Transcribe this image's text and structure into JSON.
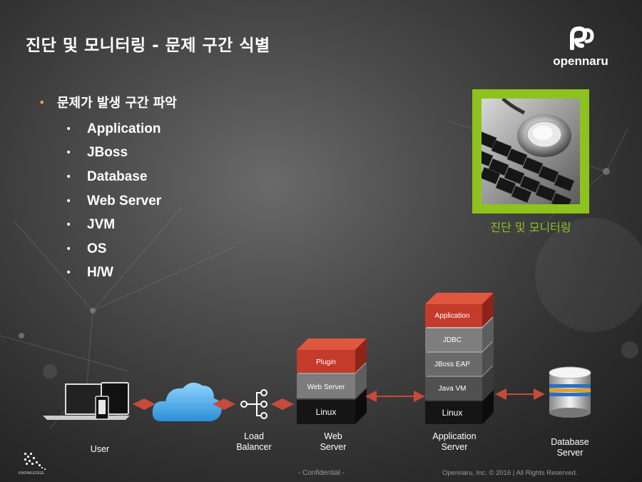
{
  "slide": {
    "title": "진단 및 모니터링 - 문제 구간 식별",
    "logo_text": "opennaru",
    "main_bullet": "문제가 발생 구간 파악",
    "sub_bullets": [
      "Application",
      "JBoss",
      "Database",
      "Web Server",
      "JVM",
      "OS",
      "H/W"
    ],
    "photo_caption": "진단 및 모니터링",
    "accent_color": "#8dc21f",
    "bullet_color": "#f0a030"
  },
  "diagram": {
    "web_stack": [
      "Plugin",
      "Web Server",
      "Linux"
    ],
    "app_stack": [
      "Application",
      "JDBC",
      "JBoss EAP",
      "Java VM",
      "Linux"
    ],
    "labels": {
      "user": "User",
      "load_balancer": [
        "Load",
        "Balancer"
      ],
      "web_server": [
        "Web",
        "Server"
      ],
      "application_server": [
        "Application",
        "Server"
      ],
      "database_server": [
        "Database",
        "Server"
      ]
    },
    "icons": [
      "devices-icon",
      "cloud-icon",
      "load-balancer-icon",
      "database-icon"
    ],
    "colors": {
      "top_layer": "#d9473a",
      "arrow": "#c84a3a"
    }
  },
  "footer": {
    "confidential": "- Confidential -",
    "copyright": "Opennaru, Inc. ©  2016 | All Rights Reserved.",
    "knowledge_logo_text": "KNOWLEDGE"
  }
}
